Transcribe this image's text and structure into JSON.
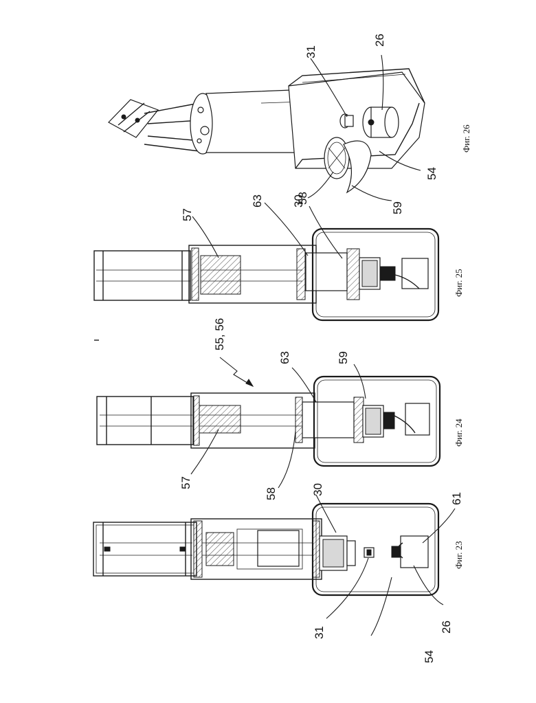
{
  "figures": [
    {
      "id": "fig23",
      "caption": "Фиг. 23"
    },
    {
      "id": "fig24",
      "caption": "Фиг. 24"
    },
    {
      "id": "fig25",
      "caption": "Фиг. 25"
    },
    {
      "id": "fig26",
      "caption": "Фиг. 26"
    }
  ],
  "labels": {
    "fig23": [
      "31",
      "54",
      "26",
      "30",
      "61"
    ],
    "fig24": [
      "57",
      "58",
      "63",
      "59",
      "55, 56"
    ],
    "fig25": [
      "57",
      "63",
      "58"
    ],
    "fig26": [
      "31",
      "26",
      "30",
      "59",
      "54"
    ]
  },
  "colors": {
    "ink": "#1a1a1a",
    "paper": "#ffffff"
  }
}
